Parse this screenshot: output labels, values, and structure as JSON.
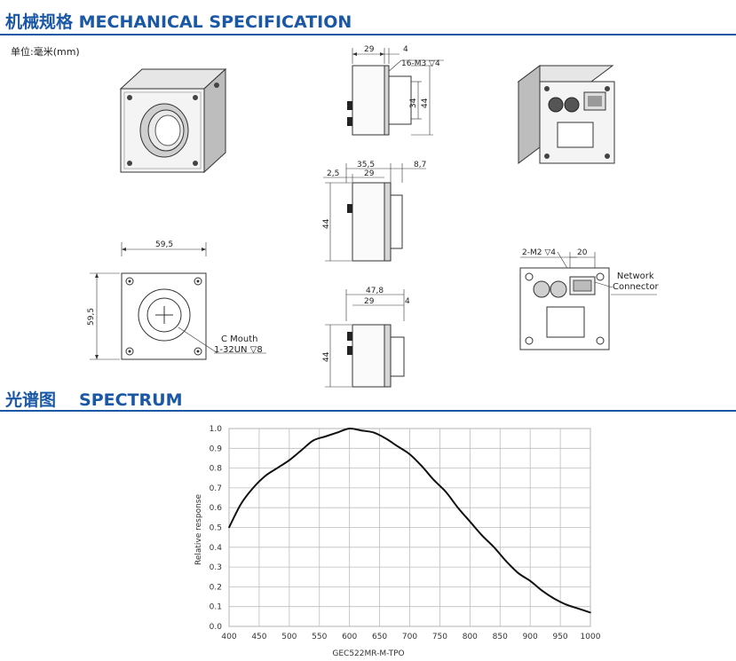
{
  "sections": {
    "mechanical": "机械规格 MECHANICAL SPECIFICATION",
    "spectrum_cn": "光谱图",
    "spectrum_en": "SPECTRUM"
  },
  "unit_label": "单位:毫米(mm)",
  "dims": {
    "side1_w": "29",
    "side1_t": "4",
    "side1_hole": "16-M3 ▽4",
    "side1_h1": "34",
    "side1_h2": "44",
    "side2_w1": "35,5",
    "side2_w2": "8,7",
    "side2_a": "2,5",
    "side2_b": "29",
    "side2_h": "44",
    "side3_w1": "47,8",
    "side3_b": "29",
    "side3_t": "4",
    "side3_h": "44",
    "front_w": "59,5",
    "front_h": "59,5",
    "mount1": "C Mouth",
    "mount2": "1-32UN ▽8",
    "back_hole": "2-M2 ▽4",
    "back_w": "20",
    "net1": "Network",
    "net2": "Connector"
  },
  "chart_data": {
    "type": "line",
    "title": "",
    "xlabel": "GEC522MR-M-TPO",
    "ylabel": "Relative response",
    "xlim": [
      400,
      1000
    ],
    "ylim": [
      0.0,
      1.0
    ],
    "x_ticks": [
      "400",
      "450",
      "500",
      "550",
      "600",
      "650",
      "700",
      "750",
      "800",
      "850",
      "900",
      "950",
      "1000"
    ],
    "y_ticks": [
      "0.0",
      "0.1",
      "0.2",
      "0.3",
      "0.4",
      "0.5",
      "0.6",
      "0.7",
      "0.8",
      "0.9",
      "1.0"
    ],
    "grid": true,
    "series": [
      {
        "x": [
          400,
          420,
          440,
          460,
          480,
          500,
          520,
          540,
          560,
          580,
          600,
          620,
          640,
          660,
          680,
          700,
          720,
          740,
          760,
          780,
          800,
          820,
          840,
          860,
          880,
          900,
          920,
          940,
          960,
          980,
          1000
        ],
        "y": [
          0.5,
          0.62,
          0.7,
          0.76,
          0.8,
          0.84,
          0.89,
          0.94,
          0.96,
          0.98,
          1.0,
          0.99,
          0.98,
          0.95,
          0.91,
          0.87,
          0.81,
          0.74,
          0.68,
          0.6,
          0.53,
          0.46,
          0.4,
          0.33,
          0.27,
          0.23,
          0.18,
          0.14,
          0.11,
          0.09,
          0.07
        ],
        "color": "#111111"
      }
    ]
  }
}
